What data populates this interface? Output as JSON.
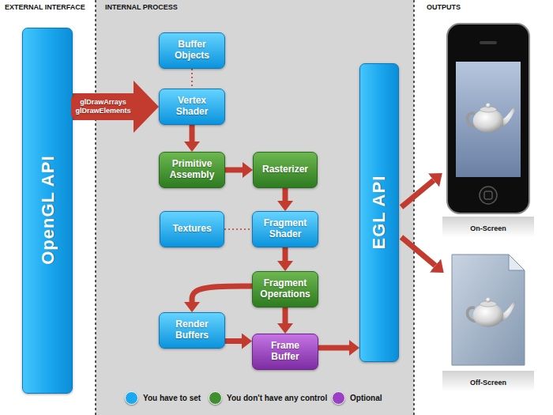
{
  "diagram": {
    "nodes": [
      {
        "text": [
          "OpenGL API"
        ]
      },
      {
        "text": [
          "Buffer Objects"
        ]
      },
      {
        "text": [
          "Vertex Shader"
        ]
      },
      {
        "text": [
          "Primitive Assembly"
        ]
      },
      {
        "text": [
          "Rasterizer"
        ]
      },
      {
        "text": [
          "Textures"
        ]
      },
      {
        "text": [
          "Fragment Shader"
        ]
      },
      {
        "text": [
          "Fragment Operations"
        ]
      },
      {
        "text": [
          "Render Buffers"
        ]
      },
      {
        "text": [
          "Frame Buffer"
        ]
      },
      {
        "text": [
          "EGL API"
        ]
      }
    ],
    "edges": [
      {
        "from": 1,
        "to": 2,
        "arrow": "none"
      },
      {
        "from": 0,
        "to": 2,
        "label": "glDrawArrays glDrawElements",
        "arrow": "to"
      },
      {
        "from": 2,
        "to": 3,
        "arrow": "to"
      },
      {
        "from": 3,
        "to": 4,
        "arrow": "to"
      },
      {
        "from": 4,
        "to": 6,
        "arrow": "to"
      },
      {
        "from": 5,
        "to": 6,
        "arrow": "none"
      },
      {
        "from": 6,
        "to": 7,
        "arrow": "to"
      },
      {
        "from": 7,
        "to": 8,
        "arrow": "to"
      },
      {
        "from": 7,
        "to": 9,
        "arrow": "to"
      },
      {
        "from": 8,
        "to": 9,
        "arrow": "to"
      },
      {
        "from": 9,
        "to": 10,
        "arrow": "to"
      }
    ],
    "labels": [
      "EXTERNAL INTERFACE",
      "INTERNAL PROCESS",
      "OUTPUTS",
      "On-Screen",
      "Off-Screen"
    ],
    "legend": [
      {
        "text": "You have to set",
        "color": "#1aa9ee"
      },
      {
        "text": "You don't have any control",
        "color": "#3f8f2e"
      },
      {
        "text": "Optional",
        "color": "#9b3fc4"
      }
    ]
  }
}
